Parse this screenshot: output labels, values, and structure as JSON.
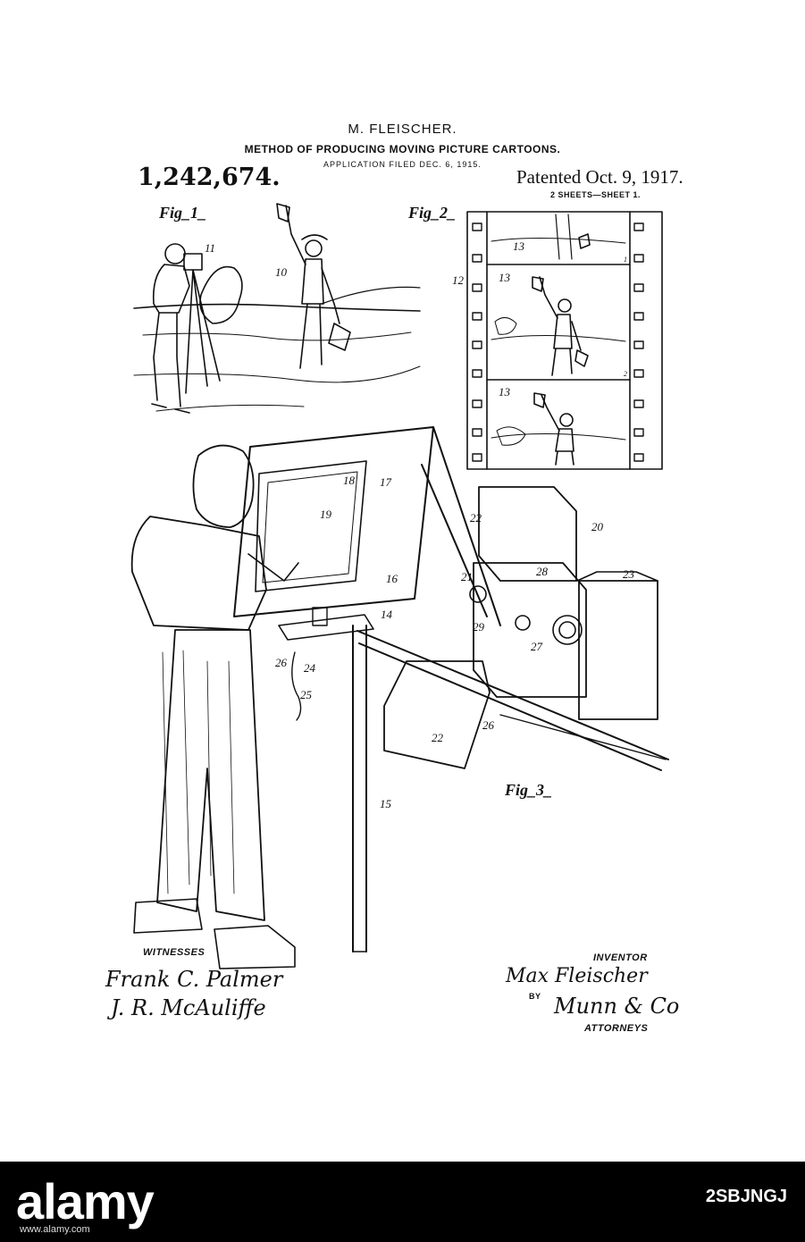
{
  "header": {
    "inventor_name": "M. FLEISCHER.",
    "title": "METHOD OF PRODUCING MOVING PICTURE CARTOONS.",
    "application": "APPLICATION FILED DEC. 6, 1915.",
    "patent_number": "1,242,674.",
    "patented_date": "Patented Oct. 9, 1917.",
    "sheets": "2 SHEETS—SHEET 1."
  },
  "figures": {
    "fig1": "Fig_1_",
    "fig2": "Fig_2_",
    "fig3": "Fig_3_"
  },
  "refs": {
    "r11": "11",
    "r10": "10",
    "r12": "12",
    "r13a": "13",
    "r13b": "13",
    "r13c": "13",
    "r18": "18",
    "r17": "17",
    "r19": "19",
    "r16": "16",
    "r14": "14",
    "r26a": "26",
    "r24": "24",
    "r25": "25",
    "r15": "15",
    "r22a": "22",
    "r20": "20",
    "r21": "21",
    "r28": "28",
    "r23": "23",
    "r29": "29",
    "r27": "27",
    "r22b": "22",
    "r26b": "26",
    "frame1": "1",
    "frame2": "2"
  },
  "footer": {
    "witnesses_label": "WITNESSES",
    "witness1": "Frank C. Palmer",
    "witness2": "J. R. McAuliffe",
    "inventor_label": "INVENTOR",
    "inventor_signature": "Max Fleischer",
    "by_label": "BY",
    "attorney_signature": "Munn & Co",
    "attorneys_label": "ATTORNEYS"
  },
  "watermark": {
    "brand": "alamy",
    "stock_id": "2SBJNGJ",
    "caption": "www.alamy.com"
  }
}
